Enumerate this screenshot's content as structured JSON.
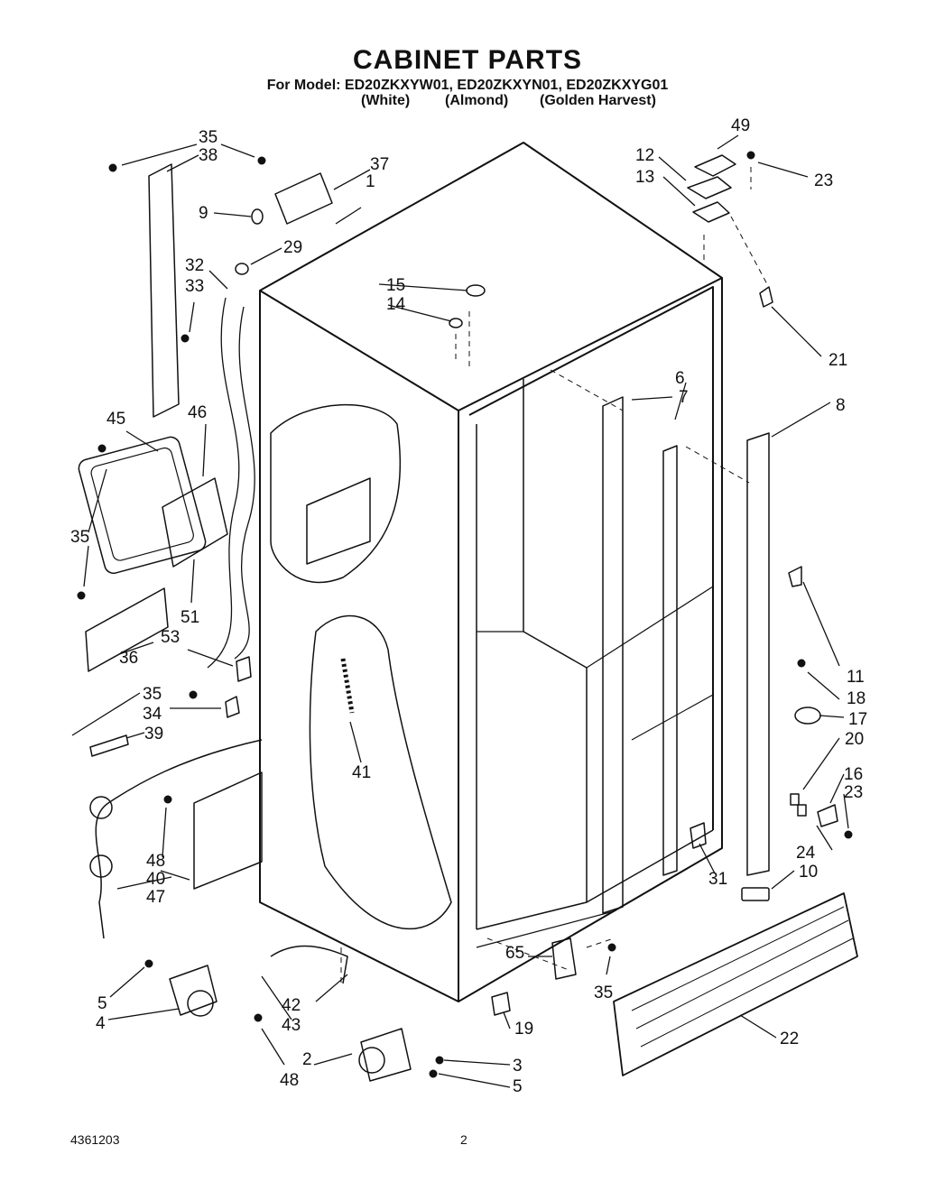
{
  "header": {
    "title": "CABINET PARTS",
    "model_line": "For Model: ED20ZKXYW01, ED20ZKXYN01, ED20ZKXYG01",
    "colors": [
      "(White)",
      "(Almond)",
      "(Golden Harvest)"
    ]
  },
  "footer": {
    "doc_number": "4361203",
    "page_number": "2"
  },
  "parts": [
    {
      "id": "p35a",
      "label": "35"
    },
    {
      "id": "p38",
      "label": "38"
    },
    {
      "id": "p37",
      "label": "37"
    },
    {
      "id": "p1",
      "label": "1"
    },
    {
      "id": "p9",
      "label": "9"
    },
    {
      "id": "p29",
      "label": "29"
    },
    {
      "id": "p32",
      "label": "32"
    },
    {
      "id": "p33",
      "label": "33"
    },
    {
      "id": "p45",
      "label": "45"
    },
    {
      "id": "p46",
      "label": "46"
    },
    {
      "id": "p35b",
      "label": "35"
    },
    {
      "id": "p51",
      "label": "51"
    },
    {
      "id": "p53",
      "label": "53"
    },
    {
      "id": "p36",
      "label": "36"
    },
    {
      "id": "p35c",
      "label": "35"
    },
    {
      "id": "p34",
      "label": "34"
    },
    {
      "id": "p39",
      "label": "39"
    },
    {
      "id": "p41",
      "label": "41"
    },
    {
      "id": "p48a",
      "label": "48"
    },
    {
      "id": "p40",
      "label": "40"
    },
    {
      "id": "p47",
      "label": "47"
    },
    {
      "id": "p5a",
      "label": "5"
    },
    {
      "id": "p4",
      "label": "4"
    },
    {
      "id": "p42",
      "label": "42"
    },
    {
      "id": "p43",
      "label": "43"
    },
    {
      "id": "p2",
      "label": "2"
    },
    {
      "id": "p48b",
      "label": "48"
    },
    {
      "id": "p3",
      "label": "3"
    },
    {
      "id": "p5b",
      "label": "5"
    },
    {
      "id": "p19",
      "label": "19"
    },
    {
      "id": "p65",
      "label": "65"
    },
    {
      "id": "p35d",
      "label": "35"
    },
    {
      "id": "p22",
      "label": "22"
    },
    {
      "id": "p15",
      "label": "15"
    },
    {
      "id": "p14",
      "label": "14"
    },
    {
      "id": "p6",
      "label": "6"
    },
    {
      "id": "p7",
      "label": "7"
    },
    {
      "id": "p8",
      "label": "8"
    },
    {
      "id": "p49",
      "label": "49"
    },
    {
      "id": "p12",
      "label": "12"
    },
    {
      "id": "p13",
      "label": "13"
    },
    {
      "id": "p23a",
      "label": "23"
    },
    {
      "id": "p21",
      "label": "21"
    },
    {
      "id": "p11",
      "label": "11"
    },
    {
      "id": "p18",
      "label": "18"
    },
    {
      "id": "p17",
      "label": "17"
    },
    {
      "id": "p20",
      "label": "20"
    },
    {
      "id": "p16",
      "label": "16"
    },
    {
      "id": "p23b",
      "label": "23"
    },
    {
      "id": "p24",
      "label": "24"
    },
    {
      "id": "p31",
      "label": "31"
    },
    {
      "id": "p10",
      "label": "10"
    }
  ]
}
